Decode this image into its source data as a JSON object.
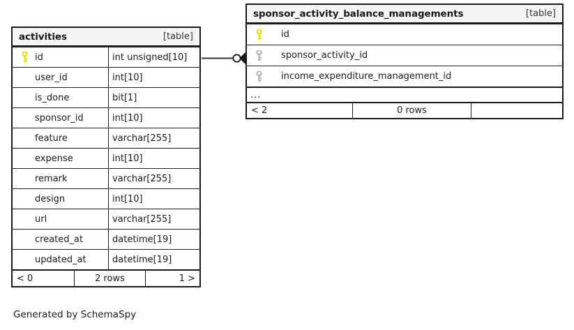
{
  "diagram": {
    "caption": "Generated by SchemaSpy",
    "table_tag": "[table]",
    "ellipsis": "...",
    "colors": {
      "primary_key": "#e8e800",
      "foreign_key": "#b0b0b0",
      "border": "#1a1a1a",
      "header_bg": "#f5f5f5",
      "background": "#ffffff"
    }
  },
  "tables": [
    {
      "id": "activities",
      "name": "activities",
      "tag": "[table]",
      "columns": [
        {
          "key": "primary-key-icon",
          "name": "id",
          "type": "int unsigned[10]"
        },
        {
          "key": "none",
          "name": "user_id",
          "type": "int[10]"
        },
        {
          "key": "none",
          "name": "is_done",
          "type": "bit[1]"
        },
        {
          "key": "none",
          "name": "sponsor_id",
          "type": "int[10]"
        },
        {
          "key": "none",
          "name": "feature",
          "type": "varchar[255]"
        },
        {
          "key": "none",
          "name": "expense",
          "type": "int[10]"
        },
        {
          "key": "none",
          "name": "remark",
          "type": "varchar[255]"
        },
        {
          "key": "none",
          "name": "design",
          "type": "int[10]"
        },
        {
          "key": "none",
          "name": "url",
          "type": "varchar[255]"
        },
        {
          "key": "none",
          "name": "created_at",
          "type": "datetime[19]"
        },
        {
          "key": "none",
          "name": "updated_at",
          "type": "datetime[19]"
        }
      ],
      "footer": {
        "left": "< 0",
        "center": "2 rows",
        "right": "1 >"
      },
      "has_ellipsis_row": false
    },
    {
      "id": "sponsor_activity_balance_managements",
      "name": "sponsor_activity_balance_managements",
      "tag": "[table]",
      "columns": [
        {
          "key": "primary-key-icon",
          "name": "id",
          "type": ""
        },
        {
          "key": "foreign-key-icon",
          "name": "sponsor_activity_id",
          "type": ""
        },
        {
          "key": "foreign-key-icon",
          "name": "income_expenditure_management_id",
          "type": ""
        }
      ],
      "footer": {
        "left": "< 2",
        "center": "0 rows",
        "right": ""
      },
      "has_ellipsis_row": true,
      "ellipsis": "..."
    }
  ],
  "relationships": [
    {
      "from_table": "activities",
      "from_column": "id",
      "to_table": "sponsor_activity_balance_managements",
      "to_column": "sponsor_activity_id",
      "from_cardinality": "zero-or-one",
      "to_cardinality": "many"
    }
  ]
}
